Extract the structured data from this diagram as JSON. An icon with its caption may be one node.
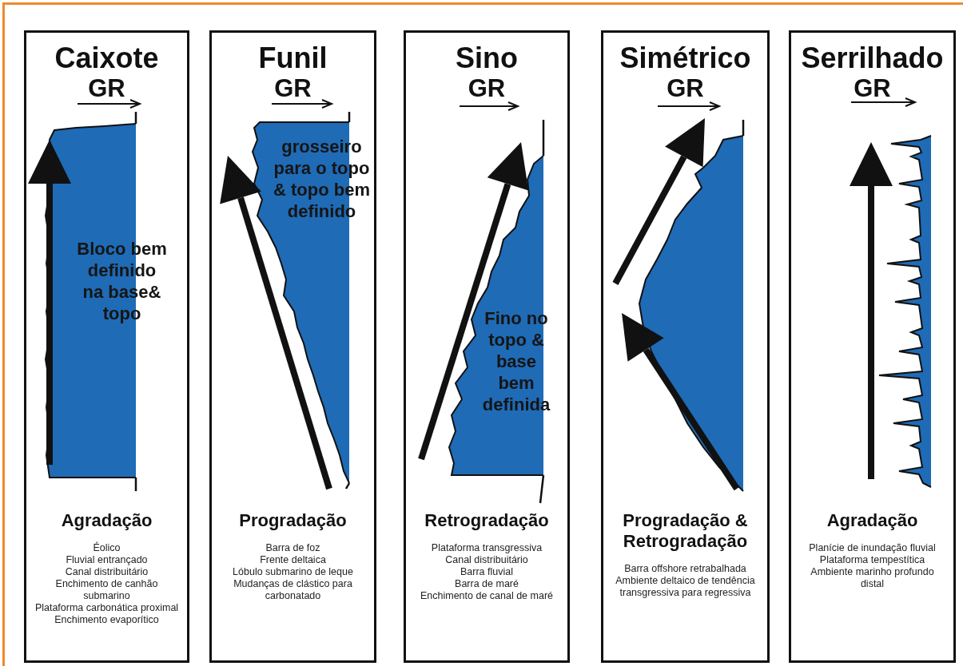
{
  "diagram": {
    "nodes": [
      {
        "text": [
          "Caixote",
          "GR",
          "Agradação",
          "Éolico",
          "Fluvial entrançado",
          "Canal distribuitário",
          "Enchimento de canhão submarino",
          "Plataforma carbonática proximal",
          "Enchimento evaporítico"
        ]
      },
      {
        "text": [
          "Bloco bem definido na base& topo"
        ],
        "in": 0
      },
      {
        "text": [
          "Funil",
          "GR",
          "Progradação",
          "Barra de foz",
          "Frente deltaica",
          "Lóbulo submarino de leque",
          "Mudanças de clástico para carbonatado"
        ]
      },
      {
        "text": [
          "grosseiro para o topo & topo bem definido"
        ],
        "in": 2
      },
      {
        "text": [
          "Sino",
          "GR",
          "Retrogradação",
          "Plataforma transgressiva",
          "Canal distribuitário",
          "Barra fluvial",
          "Barra de maré",
          "Enchimento de canal de maré"
        ]
      },
      {
        "text": [
          "Fino no topo & base bem definida"
        ],
        "in": 4
      },
      {
        "text": [
          "Simétrico",
          "GR",
          "Progradação & Retrogradação",
          "Barra offshore retrabalhada",
          "Ambiente deltaico de tendência transgressiva para regressiva"
        ]
      },
      {
        "text": [
          "Serrilhado",
          "GR",
          "Agradação",
          "Planície de inundação fluvial",
          "Plataforma tempestítica",
          "Ambiente marinho profundo distal"
        ]
      }
    ]
  }
}
